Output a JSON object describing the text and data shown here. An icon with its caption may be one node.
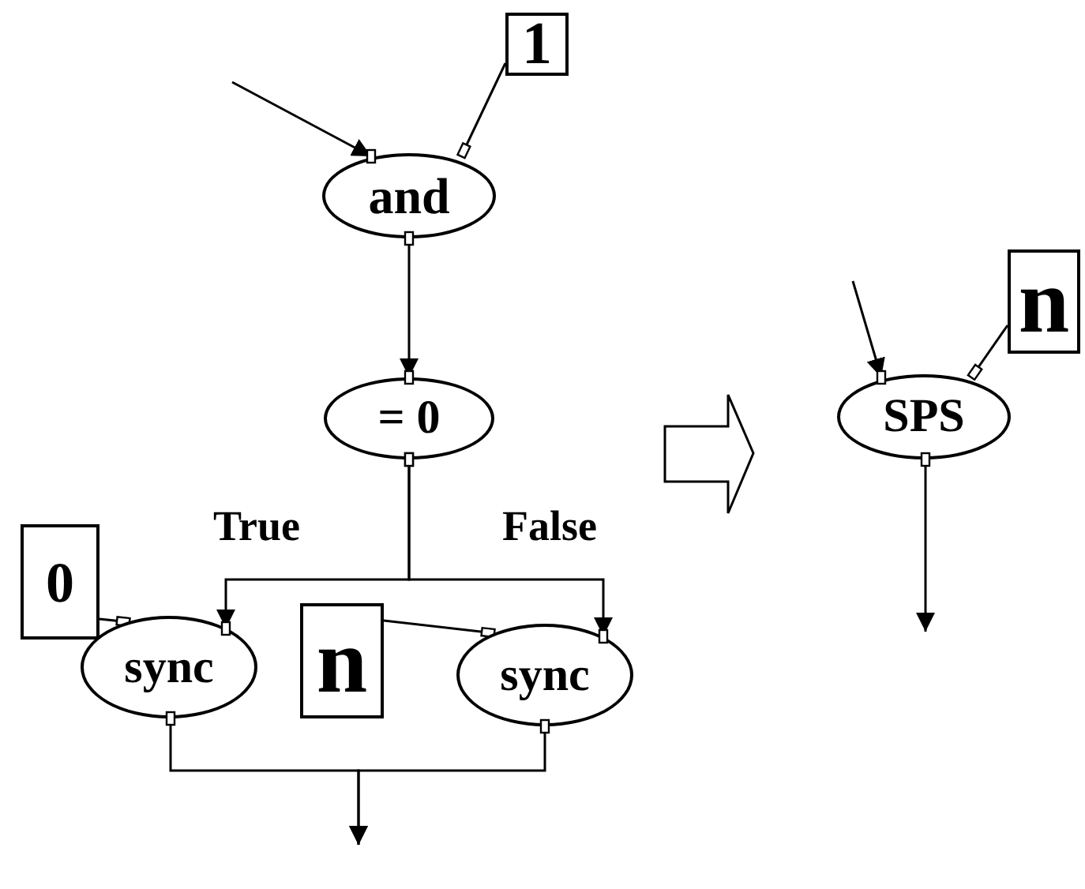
{
  "diagram": {
    "nodes": [
      {
        "text": [
          "1"
        ]
      },
      {
        "text": [
          "and"
        ]
      },
      {
        "text": [
          "= 0"
        ]
      },
      {
        "text": [
          "0"
        ]
      },
      {
        "text": [
          "sync"
        ]
      },
      {
        "text": [
          "n"
        ]
      },
      {
        "text": [
          "sync"
        ]
      },
      {
        "text": [
          "SPS"
        ]
      },
      {
        "text": [
          "n"
        ]
      }
    ],
    "edges": [
      {
        "from": null,
        "to": 1,
        "arrow": "to"
      },
      {
        "from": 0,
        "to": 1,
        "arrow": "other"
      },
      {
        "from": 1,
        "to": 2,
        "arrow": "to"
      },
      {
        "from": 2,
        "to": 4,
        "arrow": "to",
        "label": "True"
      },
      {
        "from": 2,
        "to": 6,
        "arrow": "to",
        "label": "False"
      },
      {
        "from": 3,
        "to": 4,
        "arrow": "other"
      },
      {
        "from": 5,
        "to": 6,
        "arrow": "other"
      },
      {
        "from": 4,
        "to": null,
        "arrow": "to"
      },
      {
        "from": 6,
        "to": null,
        "arrow": "to"
      },
      {
        "from": null,
        "to": 7,
        "arrow": "to"
      },
      {
        "from": 8,
        "to": 7,
        "arrow": "other"
      },
      {
        "from": 7,
        "to": null,
        "arrow": "to"
      }
    ]
  }
}
